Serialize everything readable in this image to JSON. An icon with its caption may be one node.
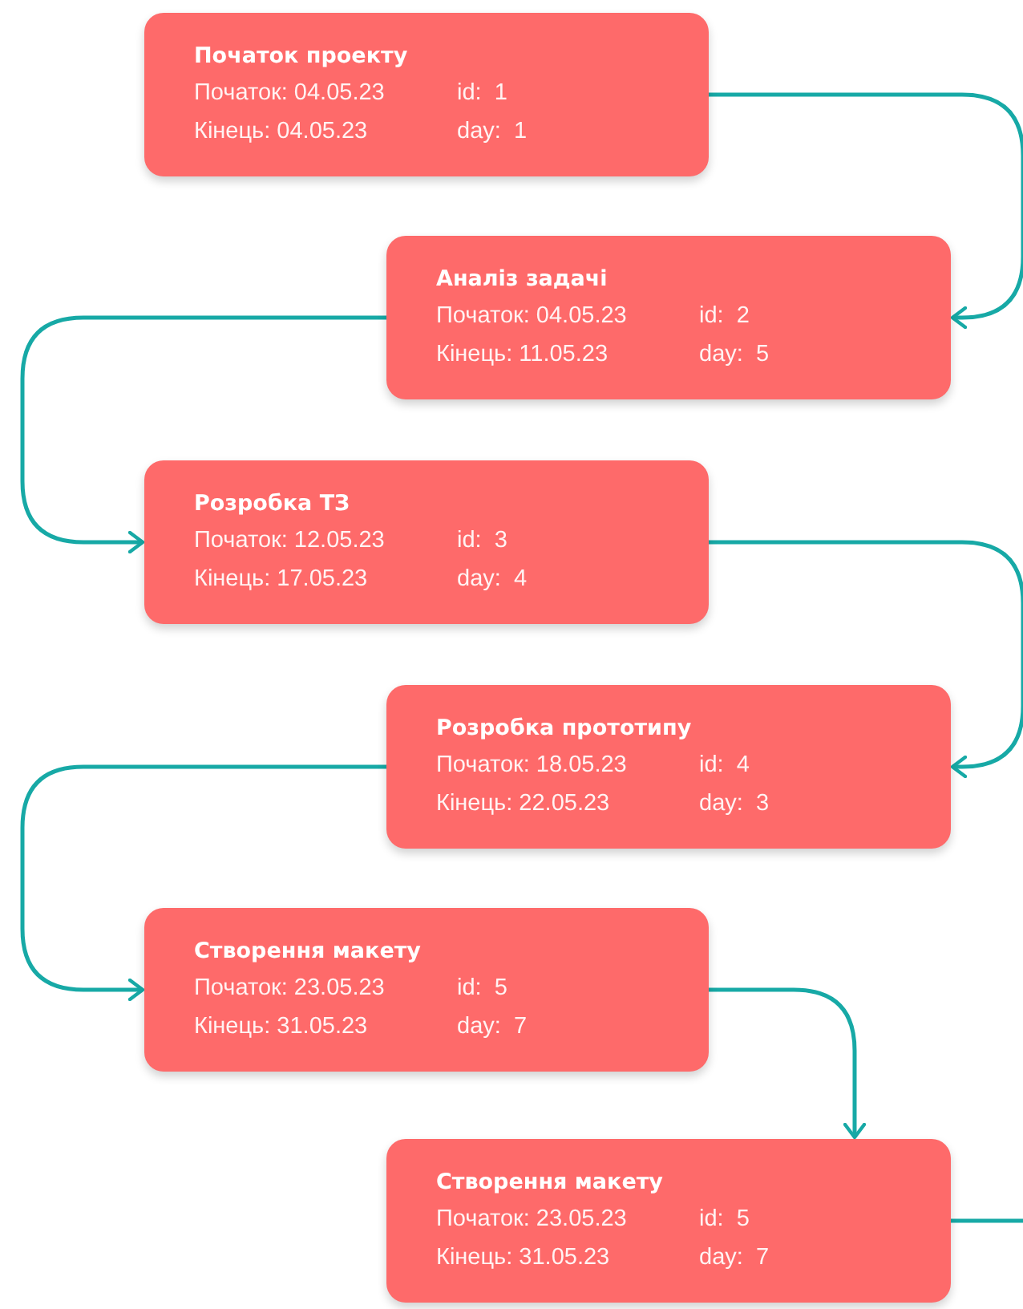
{
  "diagram": {
    "nodes": [
      {
        "text": [
          "Початок проекту",
          "Початок: 04.05.23",
          "id:  1",
          "Кінець: 04.05.23",
          "day:  1"
        ]
      },
      {
        "text": [
          "Аналіз задачі",
          "Початок: 04.05.23",
          "id:  2",
          "Кінець: 11.05.23",
          "day:  5"
        ]
      },
      {
        "text": [
          "Розробка ТЗ",
          "Початок: 12.05.23",
          "id:  3",
          "Кінець: 17.05.23",
          "day:  4"
        ]
      },
      {
        "text": [
          "Розробка прототипу",
          "Початок: 18.05.23",
          "id:  4",
          "Кінець: 22.05.23",
          "day:  3"
        ]
      },
      {
        "text": [
          "Створення макету",
          "Початок: 23.05.23",
          "id:  5",
          "Кінець: 31.05.23",
          "day:  7"
        ]
      },
      {
        "text": [
          "Створення макету",
          "Початок: 23.05.23",
          "id:  5",
          "Кінець: 31.05.23",
          "day:  7"
        ]
      }
    ],
    "edges": [
      {
        "from": 0,
        "to": 1,
        "arrow": "to"
      },
      {
        "from": 1,
        "to": 2,
        "arrow": "to"
      },
      {
        "from": 2,
        "to": 3,
        "arrow": "to"
      },
      {
        "from": 3,
        "to": 4,
        "arrow": "to"
      },
      {
        "from": 4,
        "to": 5,
        "arrow": "to"
      },
      {
        "from": 5,
        "to": null,
        "arrow": "none"
      }
    ]
  }
}
